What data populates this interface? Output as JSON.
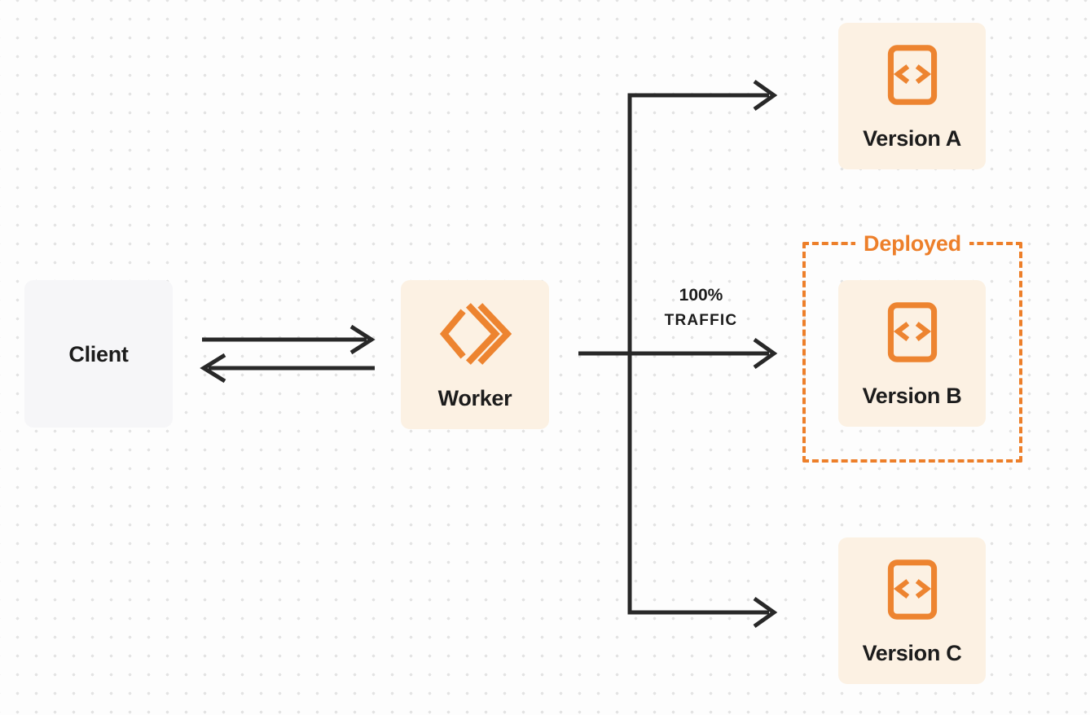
{
  "title": "Worker traffic routing diagram",
  "colors": {
    "background": "#FDFDFD",
    "dot_grid": "#E3E3E3",
    "accent_orange": "#ED7F2A",
    "node_cream": "#FCF1E3",
    "node_gray": "#F6F6F8",
    "connector_dark": "#282828",
    "label_dark": "#1C1C1C"
  },
  "nodes": {
    "client": {
      "label": "Client"
    },
    "worker": {
      "label": "Worker",
      "icon": "workers-chevrons-icon"
    },
    "version_a": {
      "label": "Version A",
      "icon": "code-file-icon"
    },
    "version_b": {
      "label": "Version B",
      "icon": "code-file-icon"
    },
    "version_c": {
      "label": "Version C",
      "icon": "code-file-icon"
    }
  },
  "annotations": {
    "deployed": "Deployed",
    "traffic_percent": "100%",
    "traffic_word": "TRAFFIC"
  },
  "connectors": {
    "client_to_worker": "request arrow (right)",
    "worker_to_client": "response arrow (left)",
    "worker_to_version_a": "branch arrow (top)",
    "worker_to_version_b": "branch arrow (middle, 100% traffic)",
    "worker_to_version_c": "branch arrow (bottom)"
  }
}
